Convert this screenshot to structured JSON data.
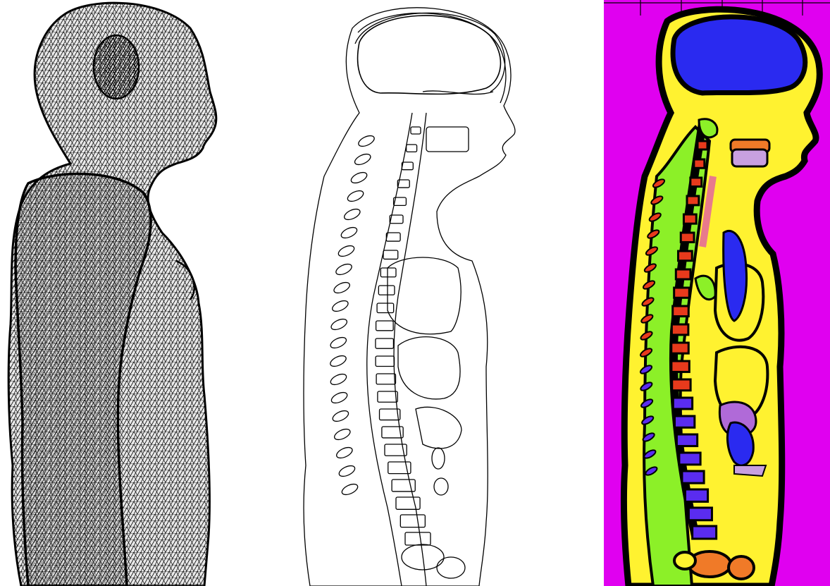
{
  "figure": {
    "panels": [
      {
        "id": "wireframe-mesh",
        "kind": "triangulated surface mesh of human body, side view"
      },
      {
        "id": "contour-outline",
        "kind": "sagittal contour outline drawing"
      },
      {
        "id": "segmentation",
        "kind": "colored sagittal tissue segmentation"
      }
    ]
  },
  "colors": {
    "background_magenta": "#e000f0",
    "outline": "#000000",
    "fat_yellow": "#fff230",
    "muscle_green": "#8cf028",
    "brain_blue": "#2a2af0",
    "vertebra_red": "#e83a1c",
    "lower_vertebra_violet": "#5a2cf0",
    "organ_purple": "#b06ad8",
    "tongue_lavender": "#c8a0e0",
    "orange": "#f07a28",
    "pink": "#e87a8c"
  },
  "icons": {
    "mesh_pattern": "triangle-mesh-texture"
  }
}
